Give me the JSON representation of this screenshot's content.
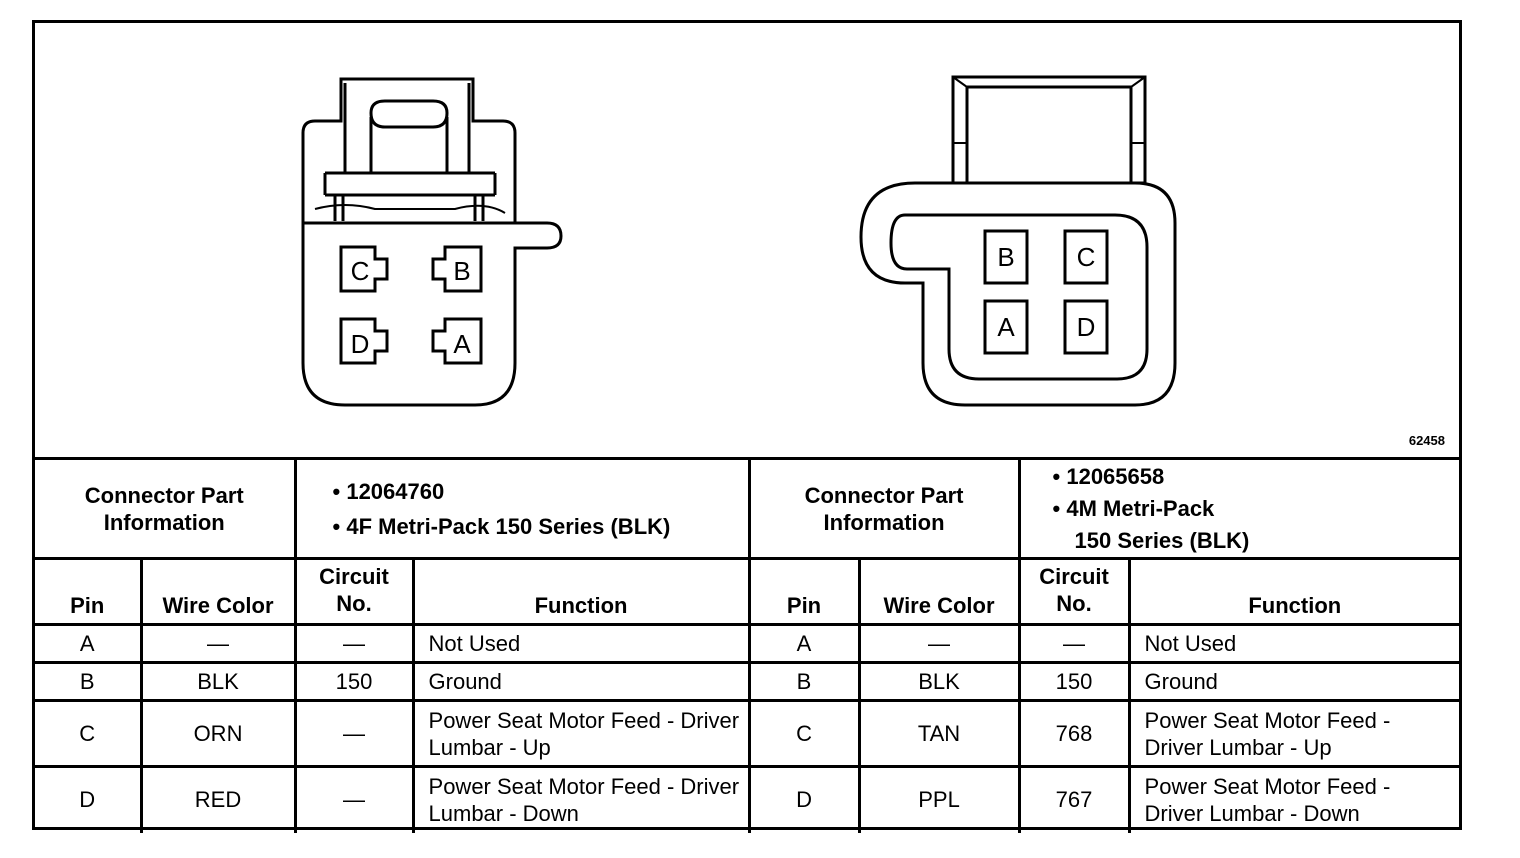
{
  "figure_number": "62458",
  "left_connector": {
    "pins": [
      "C",
      "B",
      "D",
      "A"
    ]
  },
  "right_connector": {
    "pins": [
      "B",
      "C",
      "A",
      "D"
    ]
  },
  "left_table": {
    "part_info_label": "Connector Part Information",
    "part_numbers": [
      "• 12064760",
      "• 4F Metri-Pack 150 Series (BLK)"
    ],
    "headers": {
      "pin": "Pin",
      "wire_color": "Wire Color",
      "circuit": "Circuit No.",
      "function": "Function"
    },
    "rows": [
      {
        "pin": "A",
        "wire_color": "—",
        "circuit": "—",
        "function": "Not Used"
      },
      {
        "pin": "B",
        "wire_color": "BLK",
        "circuit": "150",
        "function": "Ground"
      },
      {
        "pin": "C",
        "wire_color": "ORN",
        "circuit": "—",
        "function": "Power Seat Motor Feed - Driver Lumbar - Up"
      },
      {
        "pin": "D",
        "wire_color": "RED",
        "circuit": "—",
        "function": "Power Seat Motor Feed - Driver Lumbar - Down"
      }
    ]
  },
  "right_table": {
    "part_info_label": "Connector Part Information",
    "part_numbers": [
      "• 12065658",
      "• 4M Metri-Pack",
      "150 Series (BLK)"
    ],
    "headers": {
      "pin": "Pin",
      "wire_color": "Wire Color",
      "circuit": "Circuit No.",
      "function": "Function"
    },
    "rows": [
      {
        "pin": "A",
        "wire_color": "—",
        "circuit": "—",
        "function": "Not Used"
      },
      {
        "pin": "B",
        "wire_color": "BLK",
        "circuit": "150",
        "function": "Ground"
      },
      {
        "pin": "C",
        "wire_color": "TAN",
        "circuit": "768",
        "function": "Power Seat Motor Feed - Driver Lumbar - Up"
      },
      {
        "pin": "D",
        "wire_color": "PPL",
        "circuit": "767",
        "function": "Power Seat Motor Feed - Driver Lumbar - Down"
      }
    ]
  }
}
